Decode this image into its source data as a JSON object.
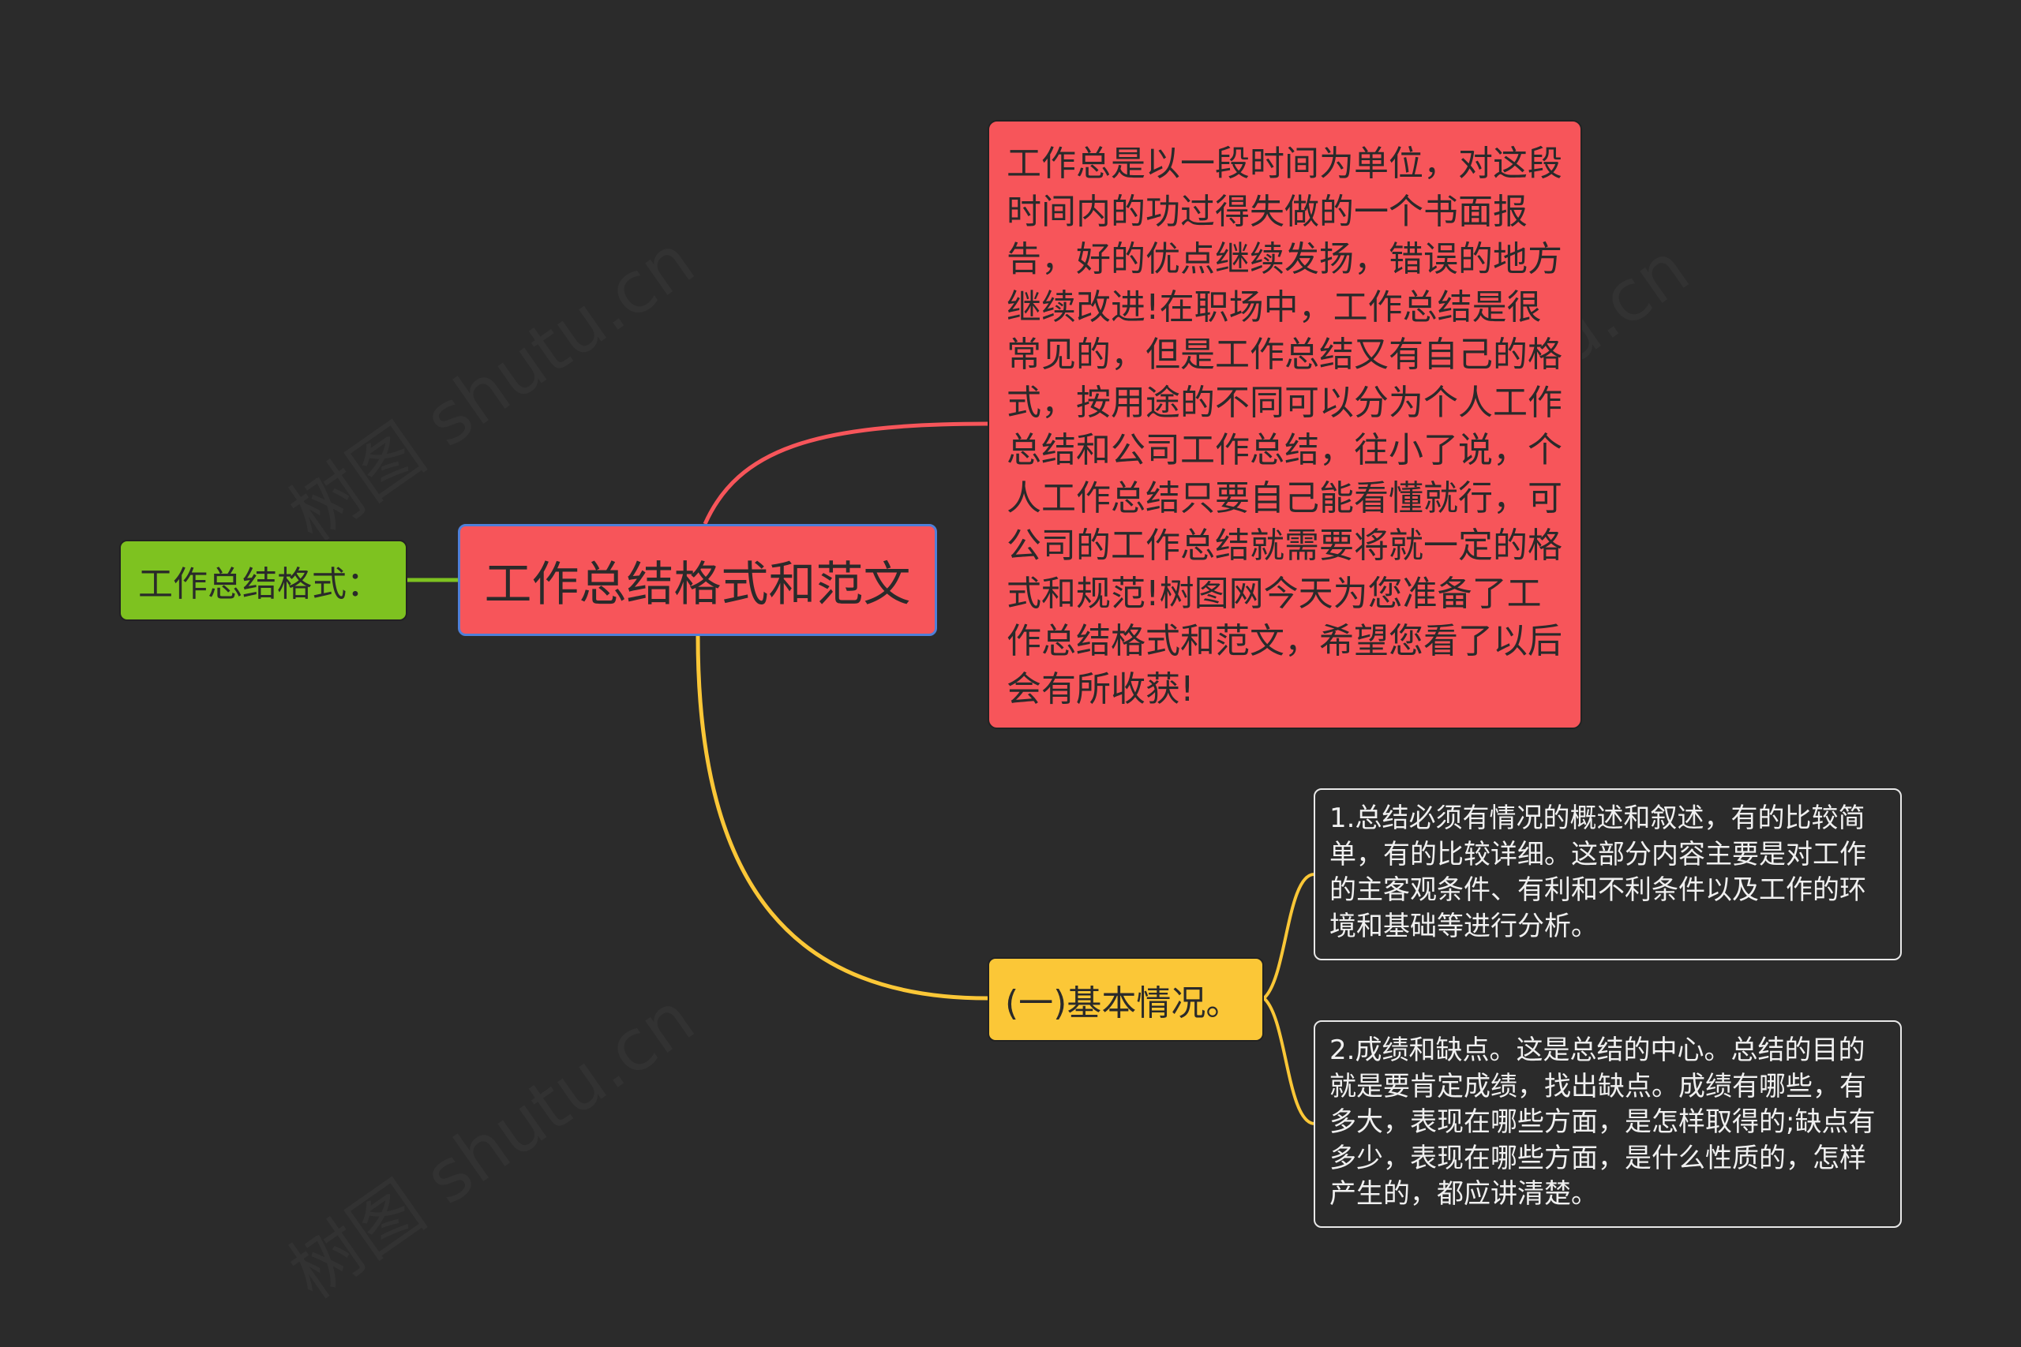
{
  "root": {
    "label": "工作总结格式和范文"
  },
  "left_node": {
    "label": "工作总结格式："
  },
  "intro_node": {
    "label": "工作总是以一段时间为单位，对这段时间内的功过得失做的一个书面报告，好的优点继续发扬，错误的地方继续改进!在职场中，工作总结是很常见的，但是工作总结又有自己的格式，按用途的不同可以分为个人工作总结和公司工作总结，往小了说，个人工作总结只要自己能看懂就行，可公司的工作总结就需要将就一定的格式和规范!树图网今天为您准备了工作总结格式和范文，希望您看了以后会有所收获!"
  },
  "basic_node": {
    "label": "(一)基本情况。",
    "children": [
      {
        "label": "1.总结必须有情况的概述和叙述，有的比较简单，有的比较详细。这部分内容主要是对工作的主客观条件、有利和不利条件以及工作的环境和基础等进行分析。"
      },
      {
        "label": "2.成绩和缺点。这是总结的中心。总结的目的就是要肯定成绩，找出缺点。成绩有哪些，有多大，表现在哪些方面，是怎样取得的;缺点有多少，表现在哪些方面，是什么性质的，怎样产生的，都应讲清楚。"
      }
    ]
  },
  "colors": {
    "background": "#2b2b2b",
    "root_fill": "#f7555a",
    "root_border": "#4f7fd8",
    "left_fill": "#7ec220",
    "basic_fill": "#fbc737",
    "link_red": "#f7555a",
    "link_green": "#7ec220",
    "link_yellow": "#fbc737"
  }
}
